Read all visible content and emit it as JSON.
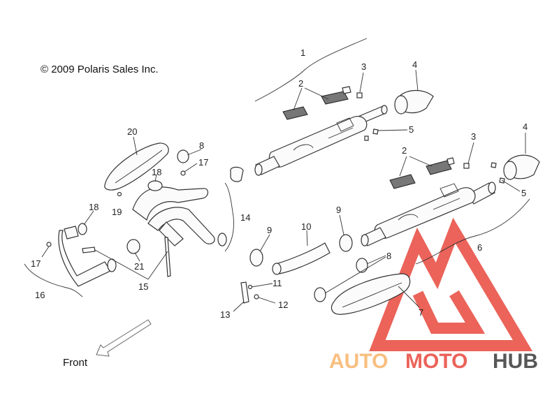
{
  "copyright": "© 2009 Polaris Sales Inc.",
  "front_label": "Front",
  "watermark": {
    "auto": "AUTO",
    "moto": "MOTO",
    "hub": "HUB",
    "auto_color": "#f7b56a",
    "moto_color": "#e8483d",
    "hub_color": "#3a3a3a",
    "logo_color": "#e8483d"
  },
  "callouts": [
    {
      "id": "c1",
      "text": "1"
    },
    {
      "id": "c2a",
      "text": "2"
    },
    {
      "id": "c3a",
      "text": "3"
    },
    {
      "id": "c4a",
      "text": "4"
    },
    {
      "id": "c5a",
      "text": "5"
    },
    {
      "id": "c2b",
      "text": "2"
    },
    {
      "id": "c3b",
      "text": "3"
    },
    {
      "id": "c4b",
      "text": "4"
    },
    {
      "id": "c5b",
      "text": "5"
    },
    {
      "id": "c6",
      "text": "6"
    },
    {
      "id": "c7",
      "text": "7"
    },
    {
      "id": "c8a",
      "text": "8"
    },
    {
      "id": "c8b",
      "text": "8"
    },
    {
      "id": "c9a",
      "text": "9"
    },
    {
      "id": "c9b",
      "text": "9"
    },
    {
      "id": "c10",
      "text": "10"
    },
    {
      "id": "c11",
      "text": "11"
    },
    {
      "id": "c12",
      "text": "12"
    },
    {
      "id": "c13",
      "text": "13"
    },
    {
      "id": "c14",
      "text": "14"
    },
    {
      "id": "c15",
      "text": "15"
    },
    {
      "id": "c16",
      "text": "16"
    },
    {
      "id": "c17a",
      "text": "17"
    },
    {
      "id": "c17b",
      "text": "17"
    },
    {
      "id": "c18a",
      "text": "18"
    },
    {
      "id": "c18b",
      "text": "18"
    },
    {
      "id": "c19",
      "text": "19"
    },
    {
      "id": "c20",
      "text": "20"
    },
    {
      "id": "c21",
      "text": "21"
    }
  ]
}
